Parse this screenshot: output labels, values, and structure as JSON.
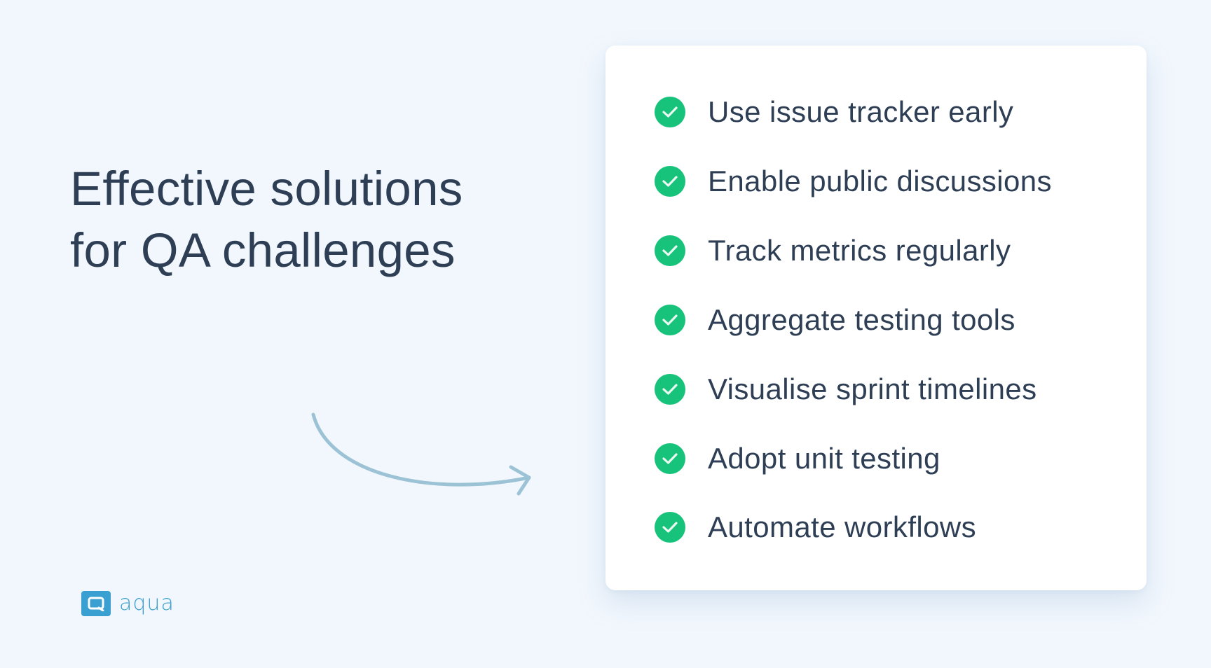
{
  "heading": {
    "line1": "Effective solutions",
    "line2": "for QA challenges"
  },
  "checklist": {
    "icon": "check-circle-icon",
    "check_color": "#17c27a",
    "items": [
      {
        "label": "Use issue tracker early"
      },
      {
        "label": "Enable public discussions"
      },
      {
        "label": "Track metrics regularly"
      },
      {
        "label": "Aggregate testing tools"
      },
      {
        "label": "Visualise sprint timelines"
      },
      {
        "label": "Adopt unit testing"
      },
      {
        "label": "Automate workflows"
      }
    ]
  },
  "decoration": {
    "arrow_icon": "curved-arrow-right-icon",
    "arrow_color": "#9cc3d5"
  },
  "brand": {
    "name": "aqua",
    "color": "#3a9fd1",
    "text_color": "#2e3f55",
    "background": "#f2f7fd"
  }
}
